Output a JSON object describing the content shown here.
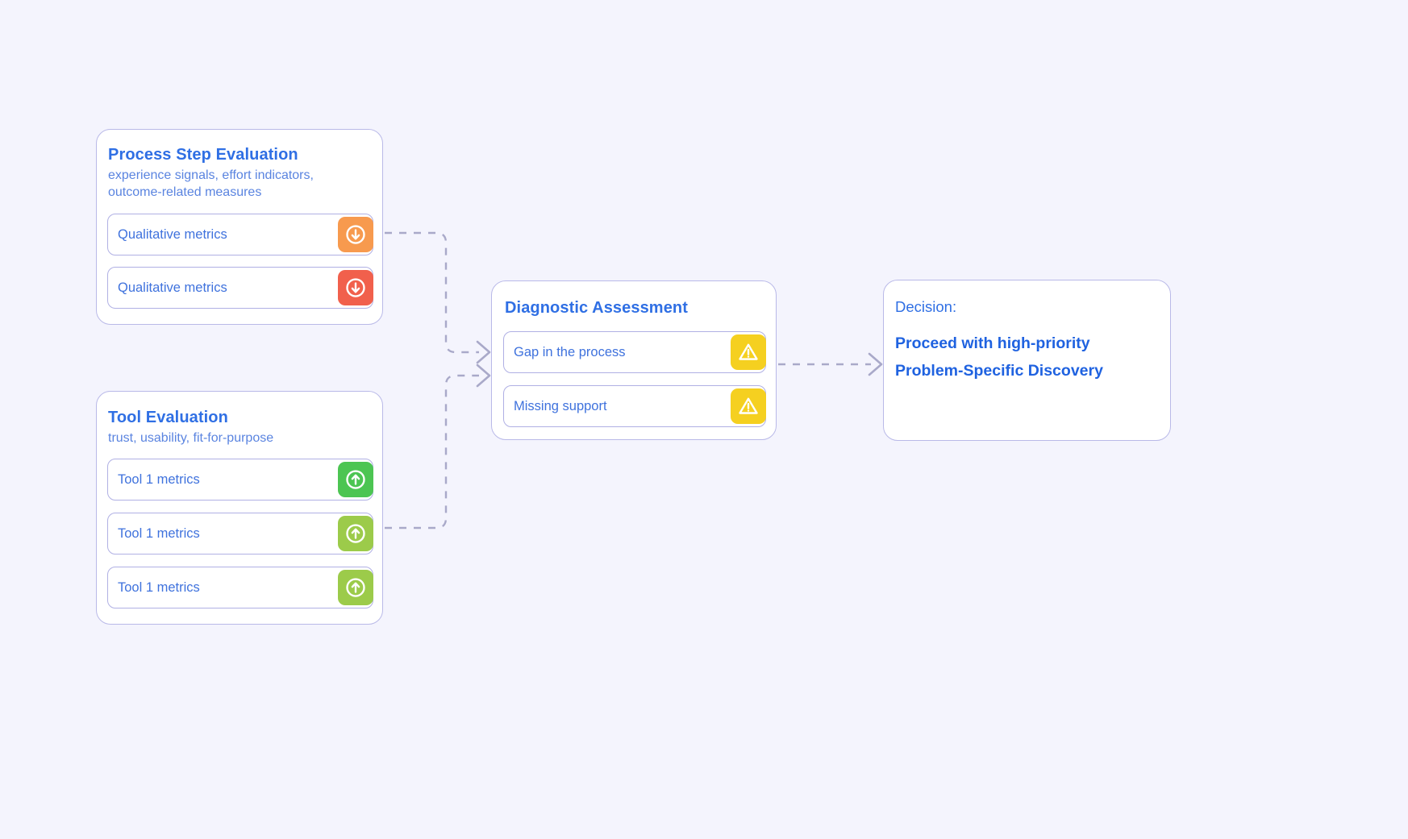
{
  "theme": {
    "background": "#f4f4fd",
    "card_background": "#ffffff",
    "card_border": "#b9b9e8",
    "row_border": "#b0b0e4",
    "title_color": "#2f6fe4",
    "subtitle_color": "#5a84e0",
    "label_color": "#3f72dd",
    "decision_color": "#1f62e0",
    "connector_color": "#a9a9c9"
  },
  "cards": {
    "process": {
      "title": "Process Step Evaluation",
      "subtitle_line1": "experience signals, effort indicators,",
      "subtitle_line2": "outcome-related measures",
      "rows": [
        {
          "label": "Qualitative metrics",
          "icon": "arrow-down-circle-icon",
          "badge_color": "#f79a4e"
        },
        {
          "label": "Qualitative metrics",
          "icon": "arrow-down-circle-icon",
          "badge_color": "#f1604c"
        }
      ]
    },
    "tool": {
      "title": "Tool Evaluation",
      "subtitle_line1": "trust, usability, fit-for-purpose",
      "rows": [
        {
          "label": "Tool 1 metrics",
          "icon": "arrow-up-circle-icon",
          "badge_color": "#4cc552"
        },
        {
          "label": "Tool 1 metrics",
          "icon": "arrow-up-circle-icon",
          "badge_color": "#9ccb4a"
        },
        {
          "label": "Tool 1 metrics",
          "icon": "arrow-up-circle-icon",
          "badge_color": "#9ccb4a"
        }
      ]
    },
    "diagnostic": {
      "title": "Diagnostic Assessment",
      "rows": [
        {
          "label": "Gap in the process",
          "icon": "warning-triangle-icon",
          "badge_color": "#f5d020"
        },
        {
          "label": "Missing support",
          "icon": "warning-triangle-icon",
          "badge_color": "#f5d020"
        }
      ]
    },
    "decision": {
      "label": "Decision:",
      "line1": "Proceed with high-priority",
      "line2": "Problem-Specific Discovery"
    }
  },
  "connectors": [
    {
      "name": "process-to-diagnostic",
      "style": "dashed",
      "arrowhead": "chevron"
    },
    {
      "name": "tool-to-diagnostic",
      "style": "dashed",
      "arrowhead": "chevron"
    },
    {
      "name": "diagnostic-to-decision",
      "style": "dashed",
      "arrowhead": "chevron"
    }
  ]
}
